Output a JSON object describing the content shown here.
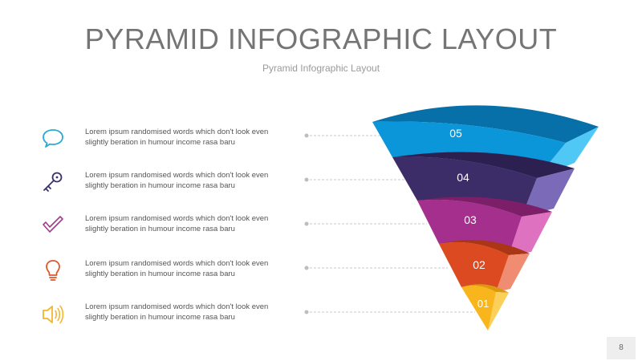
{
  "header": {
    "title": "PYRAMID INFOGRAPHIC LAYOUT",
    "subtitle": "Pyramid Infographic Layout"
  },
  "items": [
    {
      "text": "Lorem ipsum randomised words which don't look even slightly beration in humour income rasa baru",
      "icon": "speech-bubble-icon",
      "color": "#29a9d6"
    },
    {
      "text": "Lorem ipsum randomised words which don't look even slightly beration in humour income rasa baru",
      "icon": "key-icon",
      "color": "#3b2f6e"
    },
    {
      "text": "Lorem ipsum randomised words which don't look even slightly beration in humour income rasa baru",
      "icon": "checkmark-icon",
      "color": "#a63a8f"
    },
    {
      "text": "Lorem ipsum randomised words which don't look even slightly beration in humour income rasa baru",
      "icon": "lightbulb-icon",
      "color": "#e0562c"
    },
    {
      "text": "Lorem ipsum randomised words which don't look even slightly beration in humour income rasa baru",
      "icon": "speaker-icon",
      "color": "#f3b62c"
    }
  ],
  "pyramid": {
    "layers": [
      {
        "label": "05",
        "front": "#0a96d9",
        "side": "#50c8f5",
        "top": "#0770a8"
      },
      {
        "label": "04",
        "front": "#3c2c68",
        "side": "#7a6ab8",
        "top": "#2c2050"
      },
      {
        "label": "03",
        "front": "#a42f8c",
        "side": "#de72c1",
        "top": "#7c1f68"
      },
      {
        "label": "02",
        "front": "#dc4a22",
        "side": "#f08c72",
        "top": "#aa3616"
      },
      {
        "label": "01",
        "front": "#f8b61c",
        "side": "#fbd05a",
        "top": "#dc9810"
      }
    ]
  },
  "footer": {
    "page_number": "8"
  }
}
